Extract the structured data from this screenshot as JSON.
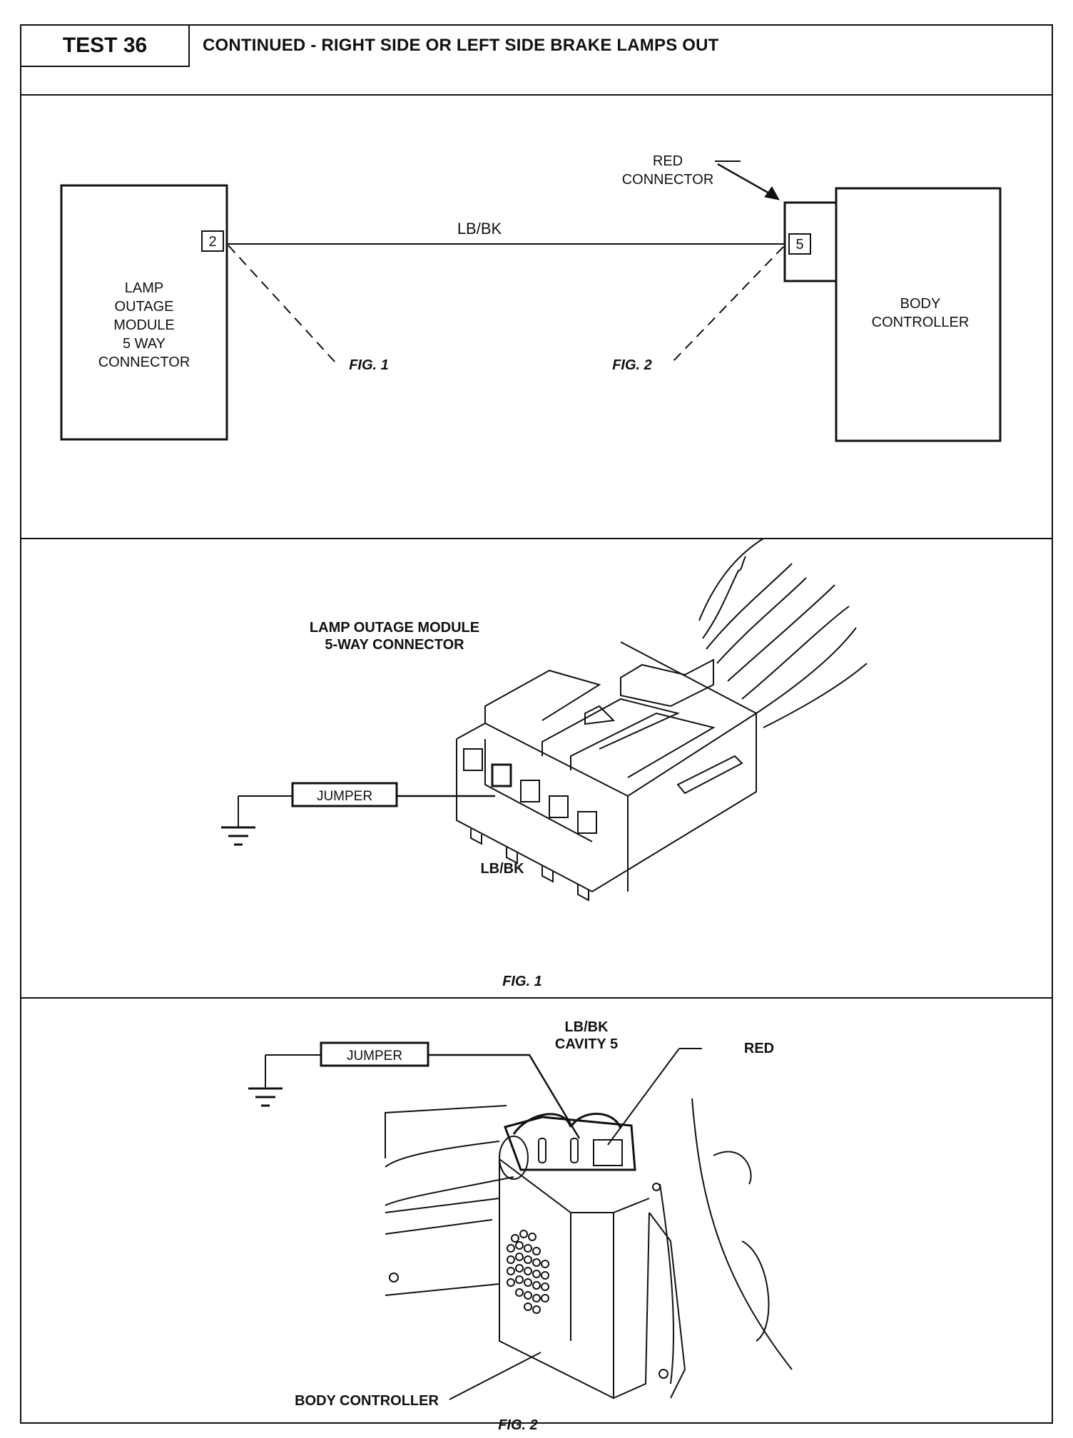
{
  "header": {
    "test_label": "TEST 36",
    "title": "CONTINUED - RIGHT SIDE OR LEFT SIDE BRAKE LAMPS OUT"
  },
  "schematic": {
    "left_module": [
      "LAMP",
      "OUTAGE",
      "MODULE",
      "5 WAY",
      "CONNECTOR"
    ],
    "left_pin": "2",
    "wire_label": "LB/BK",
    "right_connector_label": [
      "RED",
      "CONNECTOR"
    ],
    "right_pin": "5",
    "right_module": [
      "BODY",
      "CONTROLLER"
    ],
    "fig1_ref": "FIG. 1",
    "fig2_ref": "FIG. 2"
  },
  "fig1": {
    "title": [
      "LAMP OUTAGE MODULE",
      "5-WAY CONNECTOR"
    ],
    "jumper_label": "JUMPER",
    "wire_label": "LB/BK",
    "caption": "FIG. 1"
  },
  "fig2": {
    "jumper_label": "JUMPER",
    "wire_label": [
      "LB/BK",
      "CAVITY 5"
    ],
    "red_label": "RED",
    "body_controller_label": "BODY CONTROLLER",
    "caption": "FIG. 2"
  }
}
